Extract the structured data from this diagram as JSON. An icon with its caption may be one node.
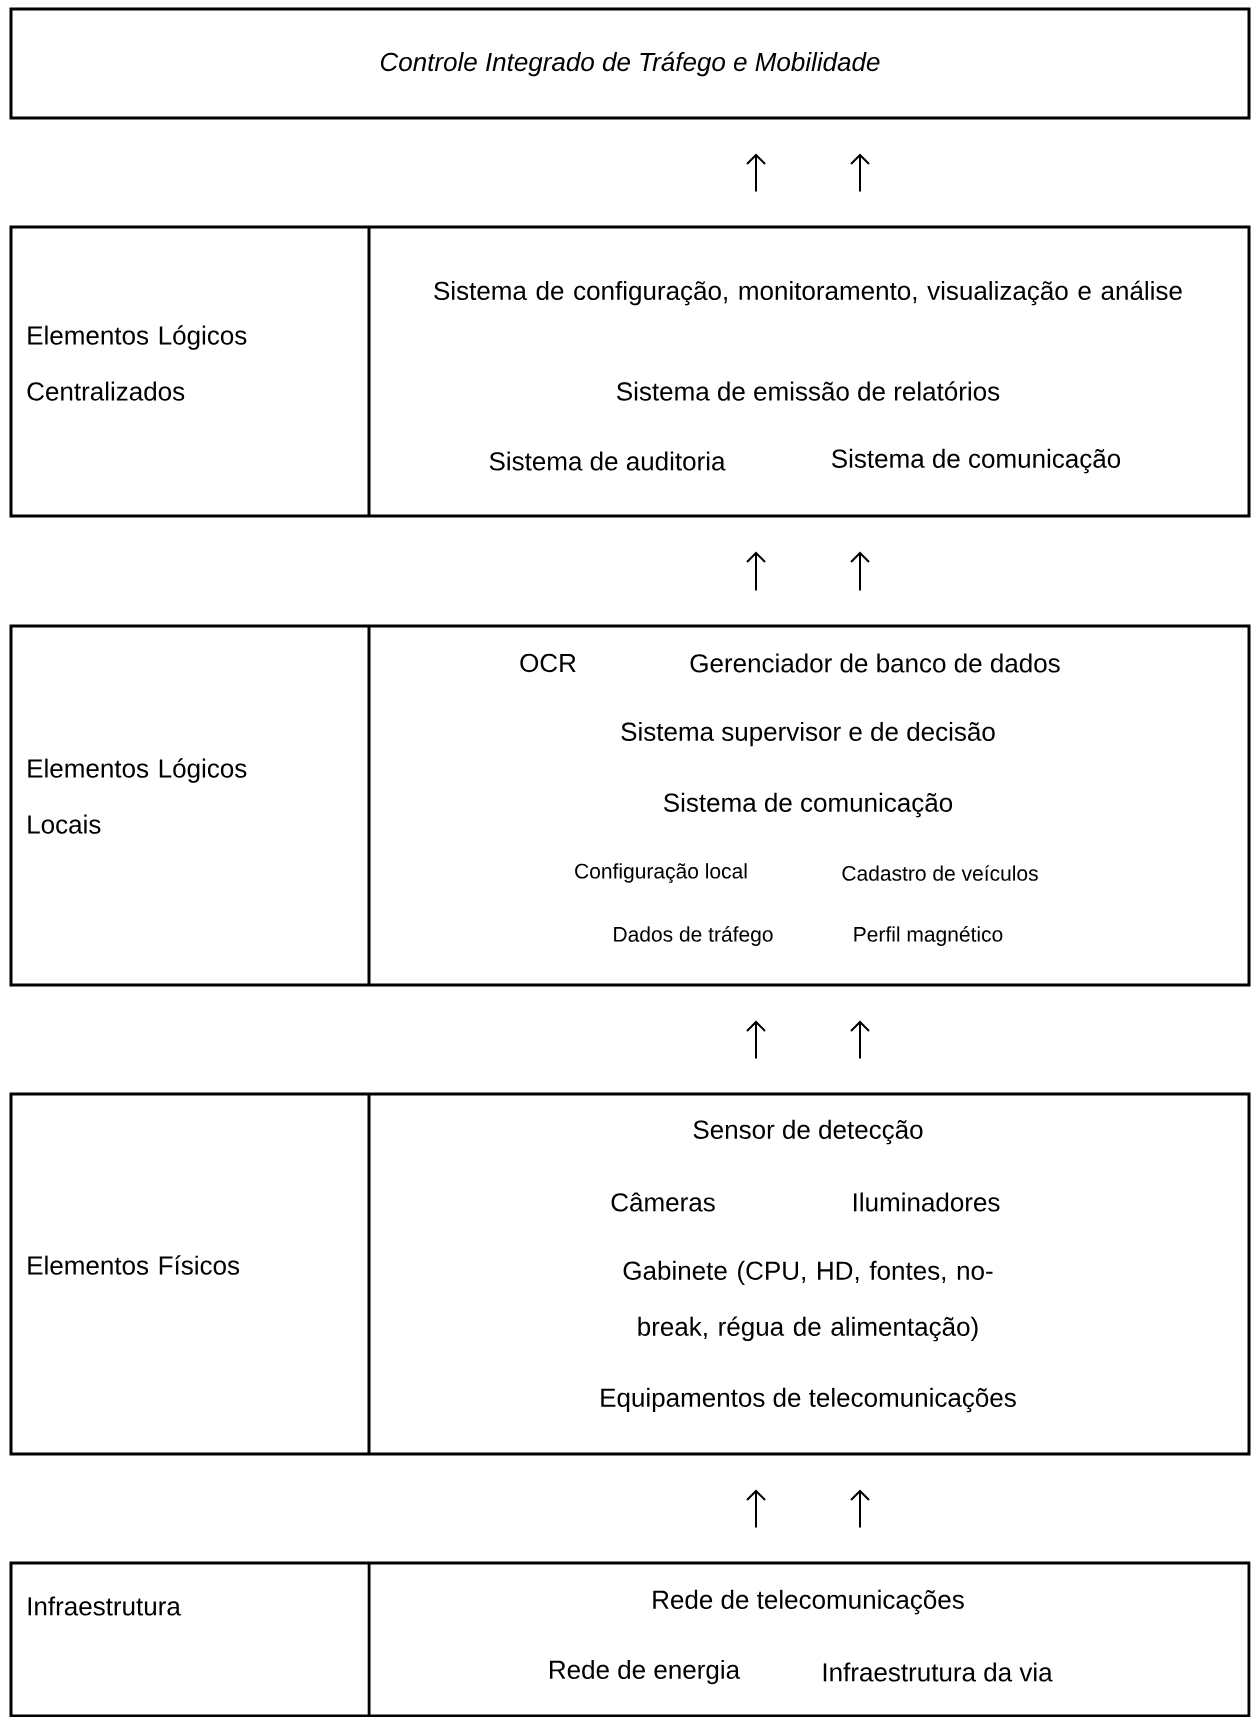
{
  "diagram": {
    "nodes": [
      {
        "text": [
          "Controle Integrado de Tráfego e Mobilidade"
        ]
      },
      {
        "text": [
          "Elementos Lógicos Centralizados",
          "Sistema de configuração, monitoramento, visualização e análise",
          "Sistema de emissão de relatórios",
          "Sistema de auditoria",
          "Sistema de comunicação"
        ]
      },
      {
        "text": [
          "Elementos Lógicos Locais",
          "OCR",
          "Gerenciador de banco de dados",
          "Sistema supervisor e de decisão",
          "Sistema de comunicação",
          "Configuração local",
          "Cadastro de veículos",
          "Dados de tráfego",
          "Perfil magnético"
        ]
      },
      {
        "text": [
          "Elementos Físicos",
          "Sensor de detecção",
          "Câmeras",
          "Iluminadores",
          "Gabinete (CPU, HD, fontes, no-break, régua de alimentação)",
          "Equipamentos de telecomunicações"
        ]
      },
      {
        "text": [
          "Infraestrutura",
          "Rede de telecomunicações",
          "Rede de energia",
          "Infraestrutura da via"
        ]
      }
    ],
    "edges": [
      {
        "from": 1,
        "to": 0,
        "arrow": "to"
      },
      {
        "from": 1,
        "to": 0,
        "arrow": "to"
      },
      {
        "from": 2,
        "to": 1,
        "arrow": "to"
      },
      {
        "from": 2,
        "to": 1,
        "arrow": "to"
      },
      {
        "from": 3,
        "to": 2,
        "arrow": "to"
      },
      {
        "from": 3,
        "to": 2,
        "arrow": "to"
      },
      {
        "from": 4,
        "to": 3,
        "arrow": "to"
      },
      {
        "from": 4,
        "to": 3,
        "arrow": "to"
      }
    ]
  }
}
